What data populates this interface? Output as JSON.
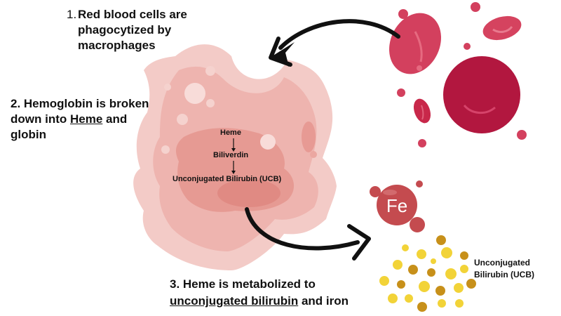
{
  "steps": {
    "step1": {
      "number": "1.",
      "text": "Red blood cells are phagocytized by macrophages"
    },
    "step2": {
      "before": "2. Hemoglobin is broken down into ",
      "underlined": "Heme",
      "after": " and globin"
    },
    "step3": {
      "before": "3. Heme is metabolized to ",
      "underlined": "unconjugated bilirubin",
      "after": " and iron"
    }
  },
  "pathway": {
    "heme": "Heme",
    "biliverdin": "Biliverdin",
    "ucb": "Unconjugated Bilirubin (UCB)"
  },
  "iron": {
    "symbol": "Fe"
  },
  "bilirubin_label": "Unconjugated Bilirubin (UCB)",
  "colors": {
    "macrophage_outer": "#f2c9c5",
    "macrophage_inner": "#eba7a1",
    "nucleus": "#e38f88",
    "rbc_dark": "#b0163f",
    "rbc_light": "#d63a5b",
    "iron": "#c44b4f",
    "bilirubin_yellow": "#f2d338",
    "bilirubin_brown": "#c7901a",
    "arrow": "#111111"
  }
}
